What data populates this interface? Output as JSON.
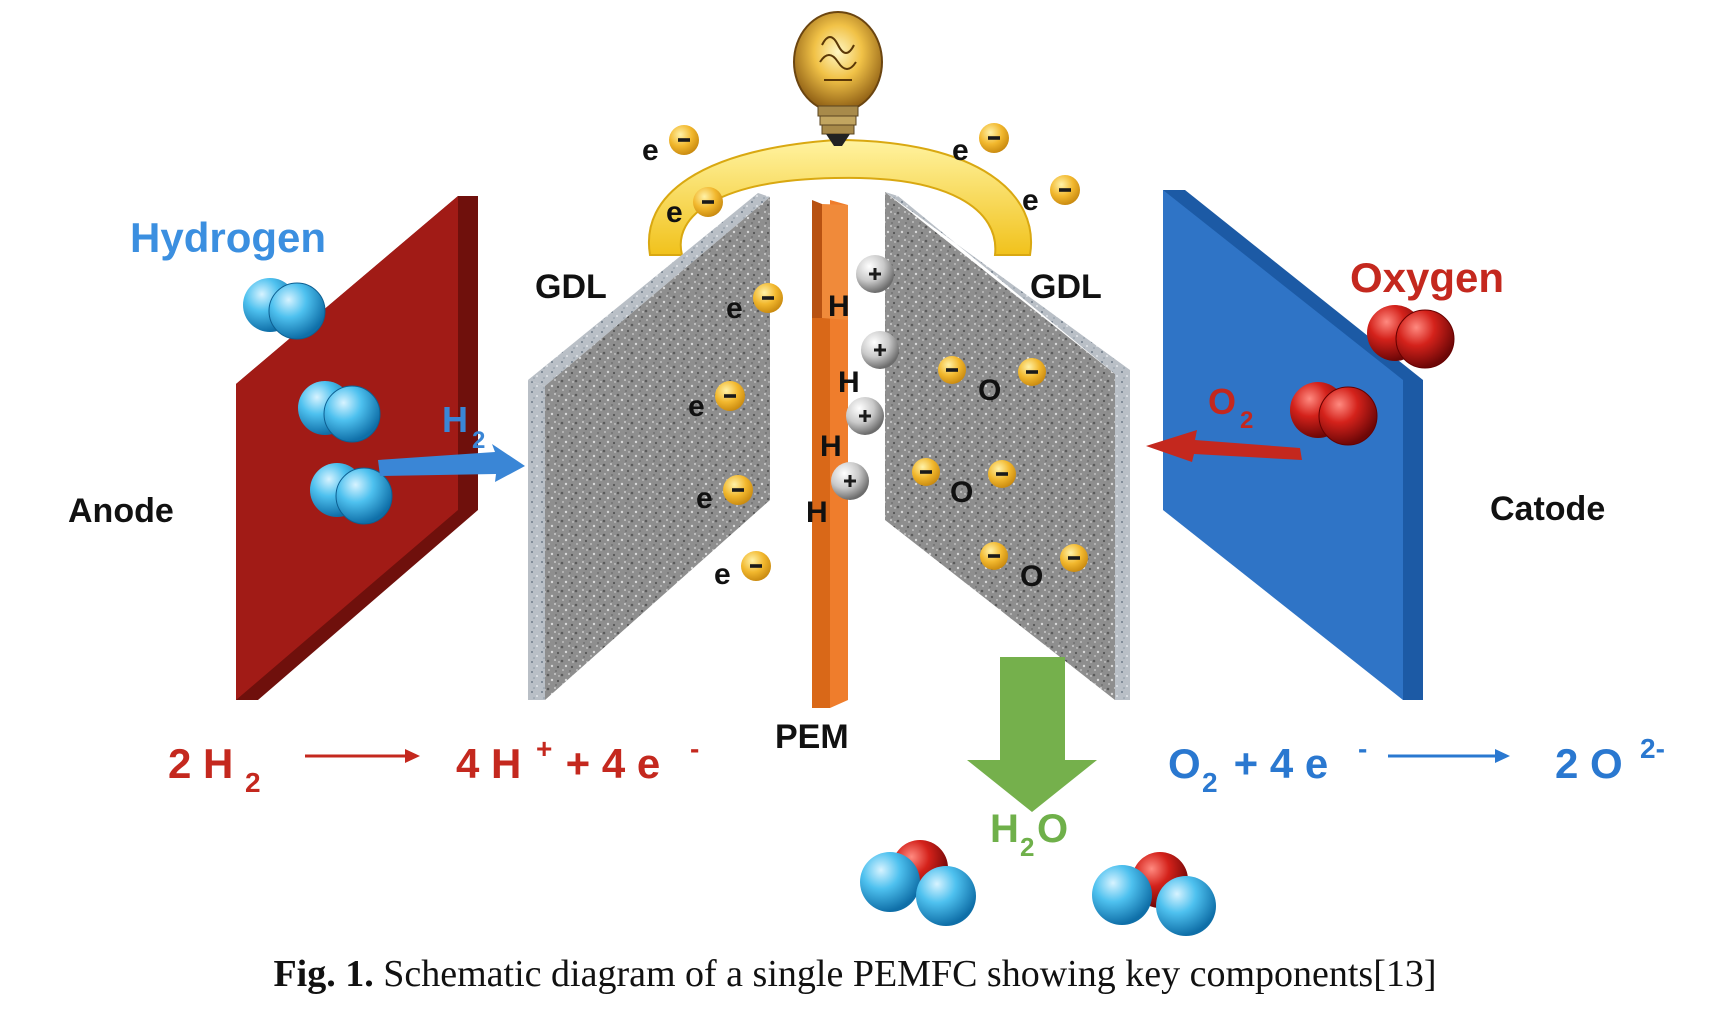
{
  "colors": {
    "anode_red": "#9e1b16",
    "cathode_blue": "#2a6fc0",
    "pem_orange": "#ef7d2c",
    "circuit_yellow": "#f6d33c",
    "hydrogen_text": "#3b8fe0",
    "oxygen_text": "#c4281e",
    "water_green": "#6fb04a",
    "electron_gold": "#f2b82e"
  },
  "labels": {
    "hydrogen": "Hydrogen",
    "oxygen": "Oxygen",
    "anode": "Anode",
    "cathode": "Catode",
    "gdl_left": "GDL",
    "gdl_right": "GDL",
    "pem": "PEM",
    "h2": "H",
    "h2_sub": "2",
    "o2": "O",
    "o2_sub": "2",
    "h2o_h": "H",
    "h2o_sub": "2",
    "h2o_o": "O",
    "electron": "e",
    "minus": "-",
    "plus": "+",
    "proton": "H",
    "oxide": "O"
  },
  "equations": {
    "anode": {
      "lhs_coef": "2 H",
      "lhs_sub": "2",
      "rhs_a": "4 H",
      "rhs_a_sup": "+",
      "rhs_b": " + 4 e",
      "rhs_b_sup": "-"
    },
    "cathode": {
      "lhs_a": "O",
      "lhs_sub": "2",
      "lhs_b": " + 4 e",
      "lhs_b_sup": "-",
      "rhs": "2 O",
      "rhs_sup": "2-"
    }
  },
  "caption": {
    "prefix": "Fig. 1.",
    "text": " Schematic diagram of a single PEMFC showing key components[13]"
  }
}
